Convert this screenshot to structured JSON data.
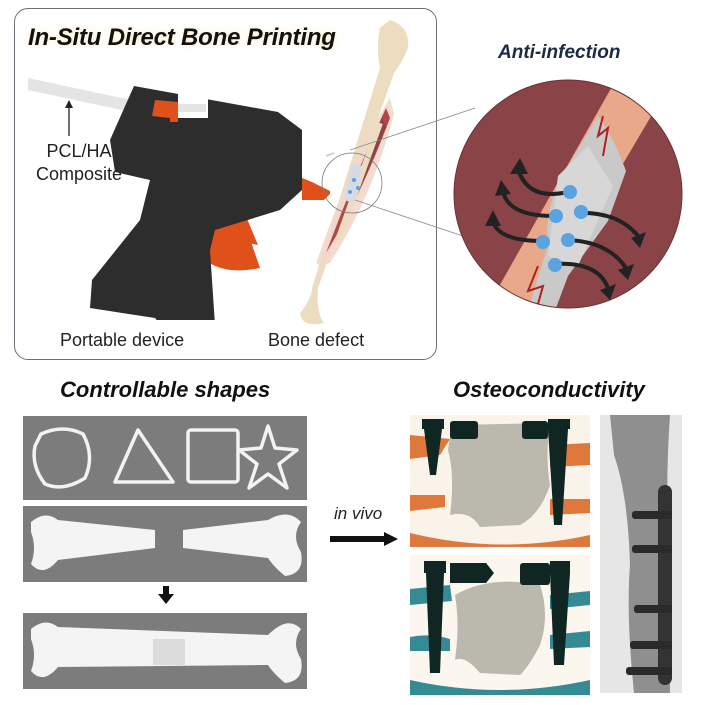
{
  "panel_top": {
    "title": "In-Situ Direct Bone Printing",
    "material_label_line1": "PCL/HA",
    "material_label_line2": "Composite",
    "device_label": "Portable device",
    "defect_label": "Bone defect"
  },
  "panel_zoom": {
    "title": "Anti-infection"
  },
  "panel_shapes": {
    "title": "Controllable shapes",
    "shapes": [
      "circle",
      "triangle",
      "square",
      "star"
    ]
  },
  "transition": {
    "label": "in vivo"
  },
  "panel_osteo": {
    "title": "Osteoconductivity"
  },
  "colors": {
    "gun_body": "#2d2d2d",
    "gun_accent": "#e0501b",
    "tissue": "#8a4448",
    "bone": "#ecdcc0",
    "drug_dots": "#5aa2e0",
    "photo_bg": "#7c7c7c",
    "stain_orange": "#d9621c",
    "stain_teal": "#1f7f8a"
  }
}
